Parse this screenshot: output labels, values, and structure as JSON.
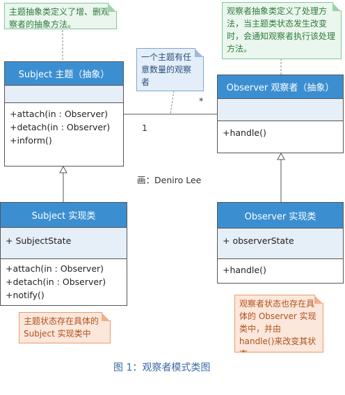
{
  "subject_abstract": {
    "name": "Subject 主题（抽象）",
    "methods": [
      "+attach(in : Observer)",
      "+detach(in : Observer)",
      "+inform()"
    ]
  },
  "observer_abstract": {
    "name": "Observer 观察者（抽象）",
    "methods": [
      "+handle()"
    ]
  },
  "subject_concrete": {
    "name": "Subject 实现类",
    "attributes": [
      "+ SubjectState"
    ],
    "methods": [
      "+attach(in : Observer)",
      "+detach(in : Observer)",
      "+notify()"
    ]
  },
  "observer_concrete": {
    "name": "Observer 实现类",
    "attributes": [
      "+ observerState"
    ],
    "methods": [
      "+handle()"
    ]
  },
  "notes": {
    "subject_abstract_note": "主题抽象类定义了增、删观察者的抽象方法。",
    "observer_abstract_note": "观察者抽象类定义了处理方法，当主题类状态发生改变时，会通知观察者执行该处理方法。",
    "association_note": "一个主题有任意数量的观察者",
    "subject_concrete_note": "主题状态存在具体的Subject 实现类中",
    "observer_concrete_note": "观察者状态也存在具体的 Observer 实现类中，并由 handle()来改变其状态"
  },
  "association": {
    "subject_multiplicity": "1",
    "observer_multiplicity": "*"
  },
  "author_credit": "画：Deniro Lee",
  "figure_caption": "图 1：观察者模式类图",
  "colors": {
    "class_header": "#3b8fd1",
    "attribute_band": "#e6eef8",
    "note_green": "#eaf6ee",
    "note_blue": "#e3eef9",
    "note_orange": "#fbe7db",
    "caption": "#3a6aa3"
  }
}
